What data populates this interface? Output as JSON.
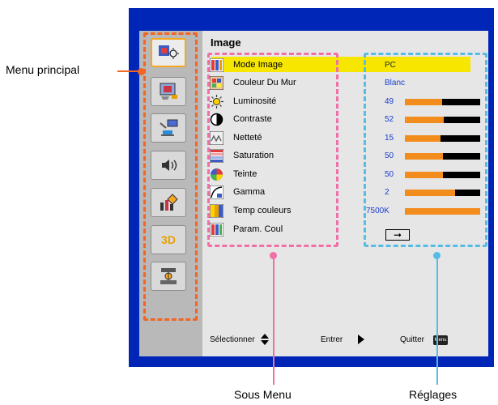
{
  "title": "Image",
  "menu_items": [
    {
      "label": "Mode Image",
      "value": "PC",
      "bar": null
    },
    {
      "label": "Couleur Du Mur",
      "value": "Blanc",
      "bar": null
    },
    {
      "label": "Luminosité",
      "value": "49",
      "bar": 0.49
    },
    {
      "label": "Contraste",
      "value": "52",
      "bar": 0.52
    },
    {
      "label": "Netteté",
      "value": "15",
      "bar": 0.47
    },
    {
      "label": "Saturation",
      "value": "50",
      "bar": 0.5
    },
    {
      "label": "Teinte",
      "value": "50",
      "bar": 0.5
    },
    {
      "label": "Gamma",
      "value": "2",
      "bar": 0.67
    },
    {
      "label": "Temp couleurs",
      "value": "7500K",
      "bar": 1.0
    },
    {
      "label": "Param. Coul",
      "value": "",
      "bar": null
    }
  ],
  "arrow_glyph": "➞",
  "main_menu_3d": "3D",
  "footer": {
    "select": "Sélectionner",
    "enter": "Entrer",
    "quit": "Quitter",
    "menu_key": "Menu"
  },
  "callouts": {
    "main_menu": "Menu principal",
    "sub_menu": "Sous Menu",
    "settings": "Réglages"
  },
  "colors": {
    "frame_blue": "#0026b8",
    "highlight": "#f7e600",
    "bar_fill": "#f28c1d",
    "value_blue": "#1a3ccf",
    "orange_dash": "#f26522",
    "pink_dash": "#f06fa6",
    "blue_dash": "#56bce6"
  }
}
